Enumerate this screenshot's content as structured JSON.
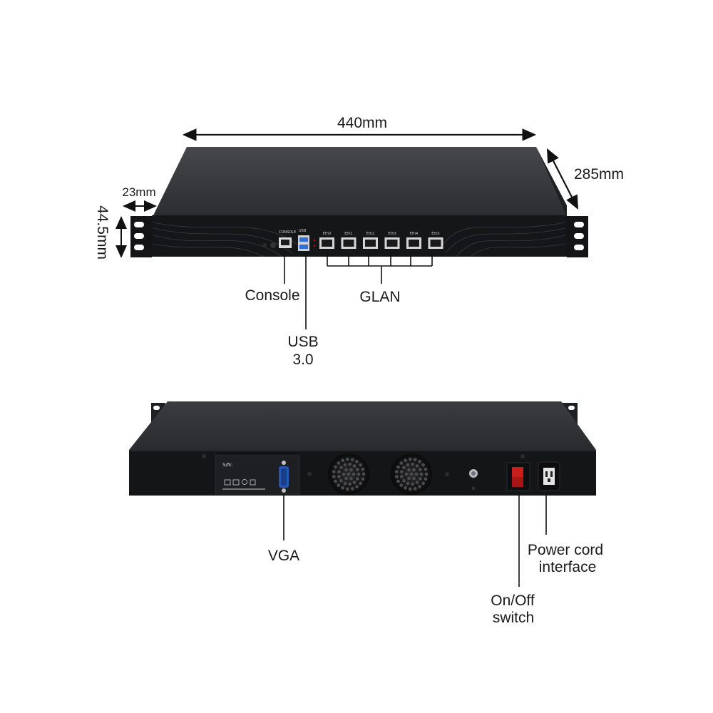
{
  "dimensions": {
    "width": "440mm",
    "depth": "285mm",
    "ear": "23mm",
    "height": "44.5mm"
  },
  "front_panel": {
    "console_port_label": "CONSOLE",
    "usb_port_label": "USB",
    "lan_port_labels": [
      "Eth0",
      "Eth1",
      "Eth2",
      "Eth3",
      "Eth4",
      "Eth5"
    ],
    "callouts": {
      "console": "Console",
      "usb_line1": "USB",
      "usb_line2": "3.0",
      "glan": "GLAN"
    }
  },
  "rear_panel": {
    "sn_label": "S/N:",
    "callouts": {
      "vga": "VGA",
      "power_line1": "Power cord",
      "power_line2": "interface",
      "switch_line1": "On/Off",
      "switch_line2": "switch"
    }
  },
  "colors": {
    "chassis": "#2b2c2f",
    "chassis_top": "#3a3b3e",
    "panel": "#111214",
    "rocker_switch": "#c81e1e",
    "usb_blue": "#2f6fd6",
    "ink": "#1a1a1a"
  }
}
